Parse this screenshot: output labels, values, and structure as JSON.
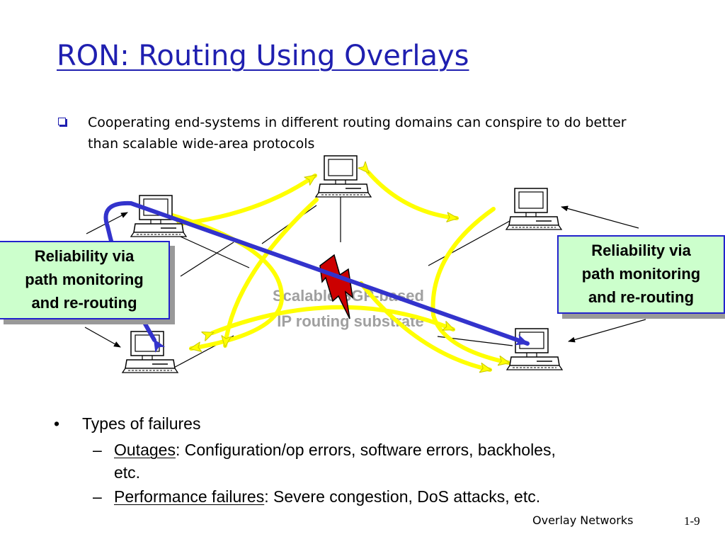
{
  "title": "RON: Routing Using Overlays",
  "bullet_main": "Cooperating end-systems in different routing domains can conspire to do better than scalable wide-area protocols",
  "diagram": {
    "cloud_label_line1": "Scalable BGP-based",
    "cloud_label_line2": "IP routing substrate",
    "callout_left": [
      "Reliability via",
      "path monitoring",
      "and re-routing"
    ],
    "callout_right": [
      "Reliability via",
      "path monitoring",
      "and re-routing"
    ],
    "node_icons": [
      "computer-icon",
      "computer-icon",
      "computer-icon",
      "computer-icon",
      "computer-icon"
    ],
    "failure_icon": "lightning-bolt-icon",
    "colors": {
      "overlay_links": "#ffff00",
      "reroute_path": "#3333cc",
      "failure": "#cc0000",
      "callout_fill": "#ccffcc",
      "title": "#1f1fb0"
    }
  },
  "failures": {
    "heading_bullet": "•",
    "heading": "Types of failures",
    "dash": "–",
    "items": [
      {
        "term": "Outages",
        "rest": ": Configuration/op errors, software errors, backholes,",
        "rest2": "etc."
      },
      {
        "term": "Performance failures",
        "rest": ": Severe congestion, DoS attacks, etc."
      }
    ]
  },
  "footer": {
    "label": "Overlay Networks",
    "page": "1-9"
  }
}
